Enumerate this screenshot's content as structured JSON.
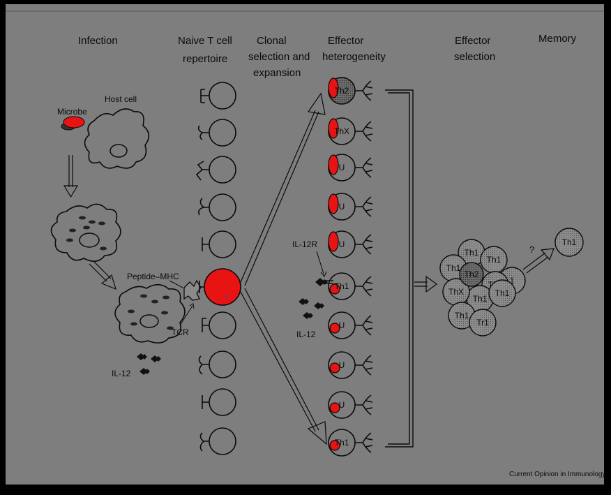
{
  "headers": {
    "infection": "Infection",
    "naive_1": "Naive T cell",
    "naive_2": "repertoire",
    "clonal_1": "Clonal",
    "clonal_2": "selection and",
    "clonal_3": "expansion",
    "effector_1": "Effector",
    "effector_2": "heterogeneity",
    "selection_1": "Effector",
    "selection_2": "selection",
    "memory": "Memory"
  },
  "labels": {
    "microbe": "Microbe",
    "host_cell": "Host cell",
    "peptide_mhc": "Peptide–MHC",
    "tcr": "TCR",
    "il12_left": "IL-12",
    "il12r": "IL-12R",
    "il12_mid": "IL-12",
    "question": "?",
    "credit": "Current Opinion in Immunology"
  },
  "effector_cells": [
    "Th2",
    "ThX",
    "U",
    "U",
    "U",
    "Th1",
    "U",
    "U",
    "U",
    "Th1"
  ],
  "cluster_cells": [
    "Th1",
    "Th1",
    "Th1",
    "Th2",
    "Th1",
    "ThX",
    "Th1",
    "Th1",
    "Th1",
    "Tr1",
    "1"
  ],
  "memory_cell": "Th1",
  "colors": {
    "background": "#7e7e7e",
    "antigen_red": "#e81414",
    "stroke": "#0a0a0a",
    "shaded_cell": "#9a9a9a"
  }
}
